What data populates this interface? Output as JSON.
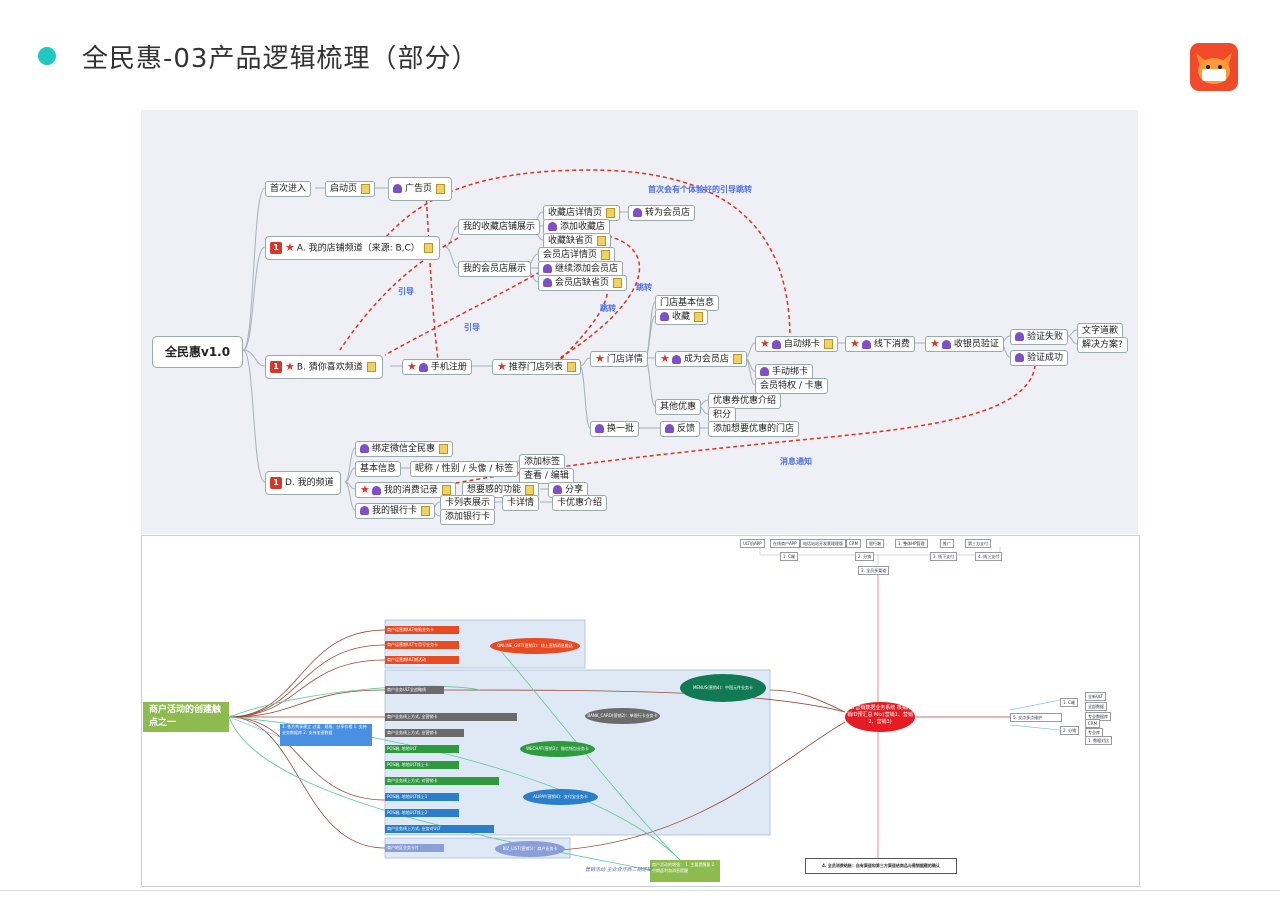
{
  "header": {
    "title": "全民惠-03产品逻辑梳理（部分）"
  },
  "colors": {
    "accent": "#1fc8c0",
    "edge_dashed": "#e0301e",
    "edge_label": "#4f6fe0",
    "canvas_top": "#eef0f6"
  },
  "top_map": {
    "root": "全民惠v1.0",
    "first_entry": "首次进入",
    "splash": "启动页",
    "ad": "广告页",
    "a_channel": {
      "badge": "1",
      "label": "A. 我的店铺频道（来源: B,C）"
    },
    "my_collect": "我的收藏店铺展示",
    "collect_detail": "收藏店详情页",
    "to_member": "转为会员店",
    "add_collect": "添加收藏店",
    "collect_empty": "收藏缺省页",
    "member_show": "我的会员店展示",
    "member_detail": "会员店详情页",
    "continue_member": "继续添加会员店",
    "member_empty": "会员店缺省页",
    "b_channel": {
      "badge": "1",
      "label": "B. 猜你喜欢频道"
    },
    "phone_reg": "手机注册",
    "recommend_list": "推荐门店列表",
    "store_detail": "门店详情",
    "store_info": "门店基本信息",
    "collect": "收藏",
    "become_member": "成为会员店",
    "auto_bind": "自动绑卡",
    "manual_bind": "手动绑卡",
    "member_priv": "会员特权 / 卡惠",
    "offline_consume": "线下消费",
    "cashier_verify": "收银员验证",
    "verify_fail": "验证失败",
    "verify_success": "验证成功",
    "apology": "文字道歉",
    "solution": "解决方案?",
    "other_offer": "其他优惠",
    "coupon_intro": "优惠券优惠介绍",
    "points": "积分",
    "change_batch": "换一批",
    "feedback": "反馈",
    "add_wanted": "添加想要优惠的门店",
    "d_channel": {
      "badge": "1",
      "label": "D. 我的频道"
    },
    "bind_wechat": "绑定微信全民惠",
    "basic_info": "基本信息",
    "profile": "昵称 / 性别 / 头像 / 标签",
    "add_tag": "添加标签",
    "view_edit": "查看 / 编辑",
    "my_records": "我的消费记录",
    "praise": "想要感的功能",
    "share": "分享",
    "bank_card": "我的银行卡",
    "card_list": "卡列表展示",
    "card_detail": "卡详情",
    "card_offer": "卡优惠介绍",
    "add_card": "添加银行卡",
    "label_first_guide": "首次会有个体验好的引导跳转",
    "label_guide1": "引导",
    "label_guide2": "引导",
    "label_jump1": "跳转",
    "label_jump2": "跳转",
    "label_notify": "消息通知"
  },
  "bottom_map": {
    "root": "商户活动的创建触点之一",
    "center": "ULT营销数据业务系统 核销/核销ID预汇总 Mix(营销1、营销2、营销3)",
    "bottom_box": "4. 全员消费结账：自有渠道和第三方渠道给商品与需销据题的确认",
    "final_box": "商户活动的增强： 1. 主要提醒量 2. 中期返利和消息提醒",
    "left_mid": "3. 各方共享建立  过道、规格、分享价格 1. 支持业务数据库 2. 支持加速数据",
    "upper_oval": "ONLINE_GIFT(营销1)：线上营销消息推送",
    "green_oval": "MENUS(营销4)：中国元件业务卡",
    "gray_oval": "BANK_CARD(营销2)：单银行卡业务卡",
    "wechat_oval": "WECHAT(营销3)：微信钱包业务卡",
    "alipay_oval": "ALIPAY(营销4)：支付宝业务卡",
    "local_oval": "BIZ_LIST(营销5)：商户业务卡",
    "right_sum": "5. 交点多点维护",
    "bottom_note": "营销活动 主业合作商二期逻辑",
    "top_ref": "3. 全员多渠道",
    "top_items": [
      "ULT机APP",
      "在线商户APP",
      "电话站站开发票理理版",
      "CRM",
      "银行端",
      "3. 整体HP管理",
      "推广",
      "第三方支付"
    ],
    "top_items2": [
      "1. C端",
      "2. 分销",
      "3. 线下支付",
      "4. 线上支付"
    ],
    "right_items": [
      "1. C端",
      "2. 分销"
    ],
    "right_sub": [
      "全新ULT",
      "全部数据",
      "专业数据库",
      "CRM",
      "专业库",
      "1. 数据对比"
    ],
    "rows_red": [
      "商户运营期ULT电脑业务卡",
      "商户运营期ULT专用号业务卡",
      "商户运营期ULT期活动"
    ],
    "rows_mix": [
      "商户业务ULT全战略线",
      "商户业务线上方式, 全营销卡",
      "商户业务线上方式, 业营销卡",
      "POS端, 地地ULT",
      "POS端, 地地ULT线上卡",
      "商户业务线上方式, 对营销卡",
      "POS端, 地地ULT线上1",
      "POS端, 地地ULT线上2",
      "商户业务线上方式, 业务对ULT",
      "商户地区业务卡片"
    ]
  }
}
